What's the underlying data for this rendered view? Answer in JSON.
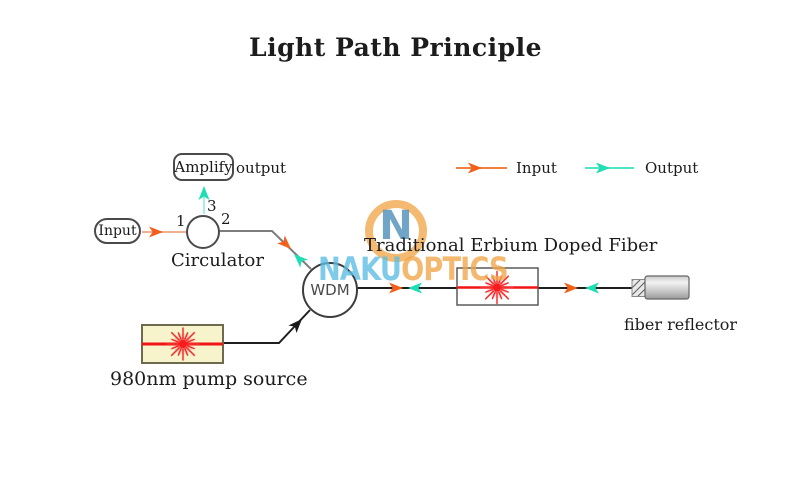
{
  "title": "Light Path Principle",
  "legend": {
    "input_label": "Input",
    "output_label": "Output",
    "input_color": "#f2611c",
    "output_color": "#1edfb4"
  },
  "nodes": {
    "input": {
      "label": "Input"
    },
    "amplify": {
      "box_label": "Amplify",
      "outside_label": "output"
    },
    "circulator": {
      "label": "Circulator",
      "port1": "1",
      "port2": "2",
      "port3": "3"
    },
    "wdm": {
      "label": "WDM"
    },
    "edf": {
      "label": "Traditional Erbium Doped Fiber"
    },
    "reflector": {
      "label": "fiber reflector"
    },
    "pump": {
      "label": "980nm pump source"
    }
  },
  "watermark": {
    "ring_letter": "N",
    "brand_blue": "NAKU",
    "brand_orange": "OPTICS"
  },
  "colors": {
    "laser_red": "#f21414",
    "pump_fill": "#f7f3cb",
    "line_dark": "#1f1f1f",
    "line_gray": "#7d7d7d",
    "watermark_blue": "#5bbde4",
    "watermark_orange": "#f2a64a"
  }
}
